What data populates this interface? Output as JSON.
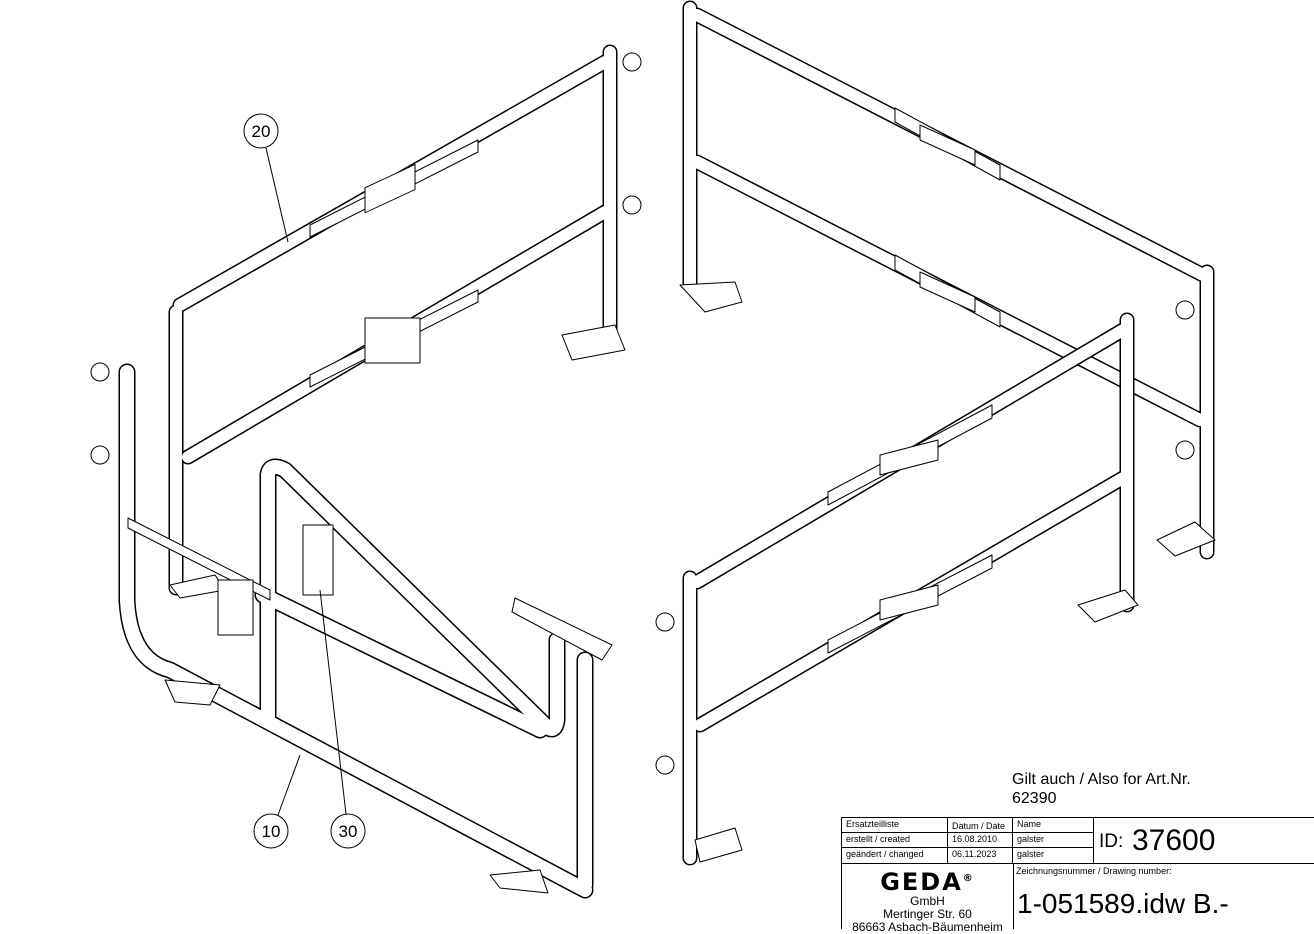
{
  "callouts": [
    {
      "number": "20"
    },
    {
      "number": "10"
    },
    {
      "number": "30"
    }
  ],
  "note": {
    "line1": "Gilt auch / Also for Art.Nr.",
    "line2": "62390"
  },
  "title_block": {
    "header_col1": "Ersatzteilliste",
    "header_col2": "Datum / Date",
    "header_col3": "Name",
    "rows": [
      {
        "label": "erstellt / created",
        "date": "16.08.2010",
        "name": "galster"
      },
      {
        "label": "geändert / changed",
        "date": "06.11.2023",
        "name": "galster"
      }
    ],
    "id_label": "ID:",
    "id_value": "37600",
    "company": {
      "logo": "GEDA",
      "registered": "®",
      "name": "GmbH",
      "street": "Mertinger Str. 60",
      "city": "86663 Asbach-Bäumenheim"
    },
    "drawing_number_label": "Zeichnungsnummer / Drawing number:",
    "drawing_number": "1-051589.idw B.-"
  },
  "colors": {
    "line": "#000000",
    "background": "#ffffff"
  }
}
